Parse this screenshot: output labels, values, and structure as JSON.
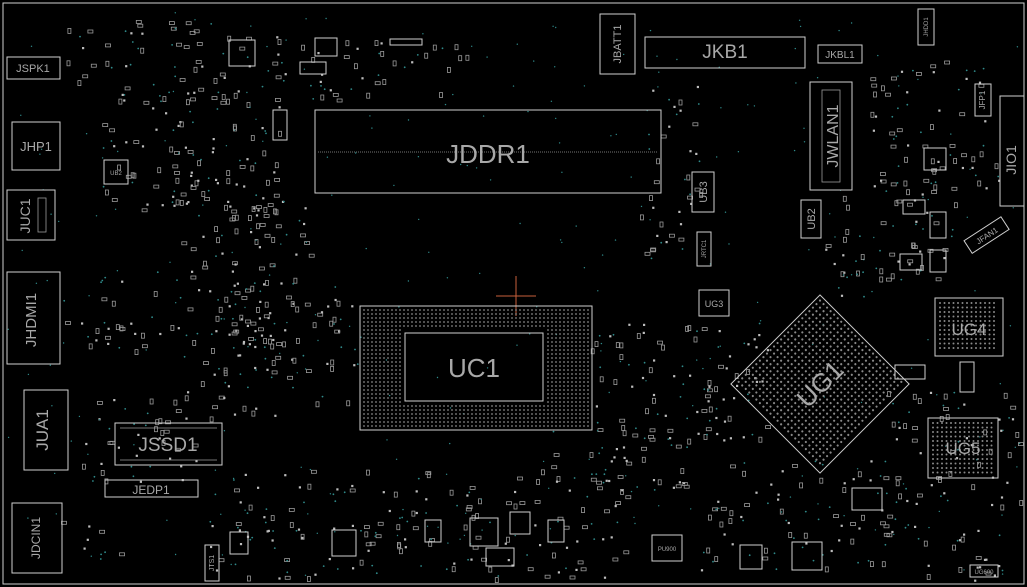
{
  "view": {
    "background": "#000000",
    "outline_color": "#cfcfcf",
    "text_color": "#a8a8a8",
    "via_color": "#2f8a8a"
  },
  "components": {
    "jspk1": "JSPK1",
    "jhp1": "JHP1",
    "juc1": "JUC1",
    "jhdmi1": "JHDMI1",
    "jua1": "JUA1",
    "jdcin1": "JDCIN1",
    "jssd1": "JSSD1",
    "jedp1": "JEDP1",
    "jddr1": "JDDR1",
    "uc1": "UC1",
    "jbatt1": "JBATT1",
    "jkb1": "JKB1",
    "jkbl1": "JKBL1",
    "jwlan1": "JWLAN1",
    "ub3": "UB3",
    "ub2": "UB2",
    "ug1": "UG1",
    "ug3": "UG3",
    "ug4": "UG4",
    "ug5": "UG5",
    "jfan1": "JFAN1",
    "jfp1": "JFP1",
    "jio1": "JIO1",
    "jrtc1": "JRTC1",
    "jhdd1": "JHDD1",
    "ub2_small": "UB2",
    "pu900": "PU900",
    "jts1": "JTS1",
    "ug600": "UG600"
  }
}
